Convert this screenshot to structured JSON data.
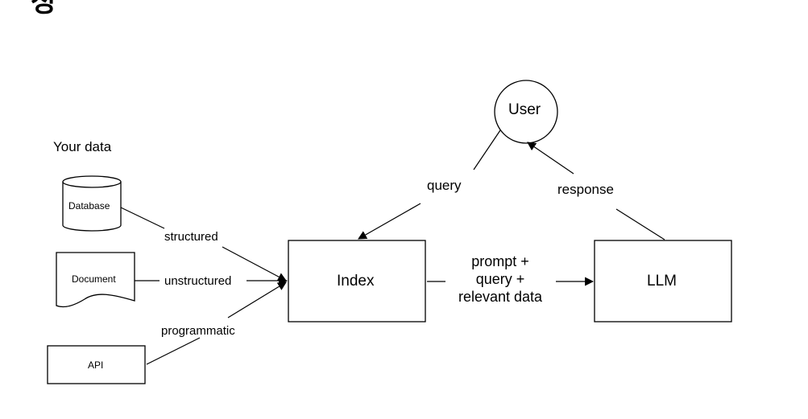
{
  "page": {
    "title": "성"
  },
  "diagram": {
    "section_title": "Your data",
    "sources": {
      "database": "Database",
      "document": "Document",
      "api": "API"
    },
    "connectors": {
      "structured": "structured",
      "unstructured": "unstructured",
      "programmatic": "programmatic"
    },
    "index": "Index",
    "llm": "LLM",
    "user": "User",
    "query": "query",
    "response": "response",
    "prompt_lines": [
      "prompt +",
      "query +",
      "relevant data"
    ]
  }
}
